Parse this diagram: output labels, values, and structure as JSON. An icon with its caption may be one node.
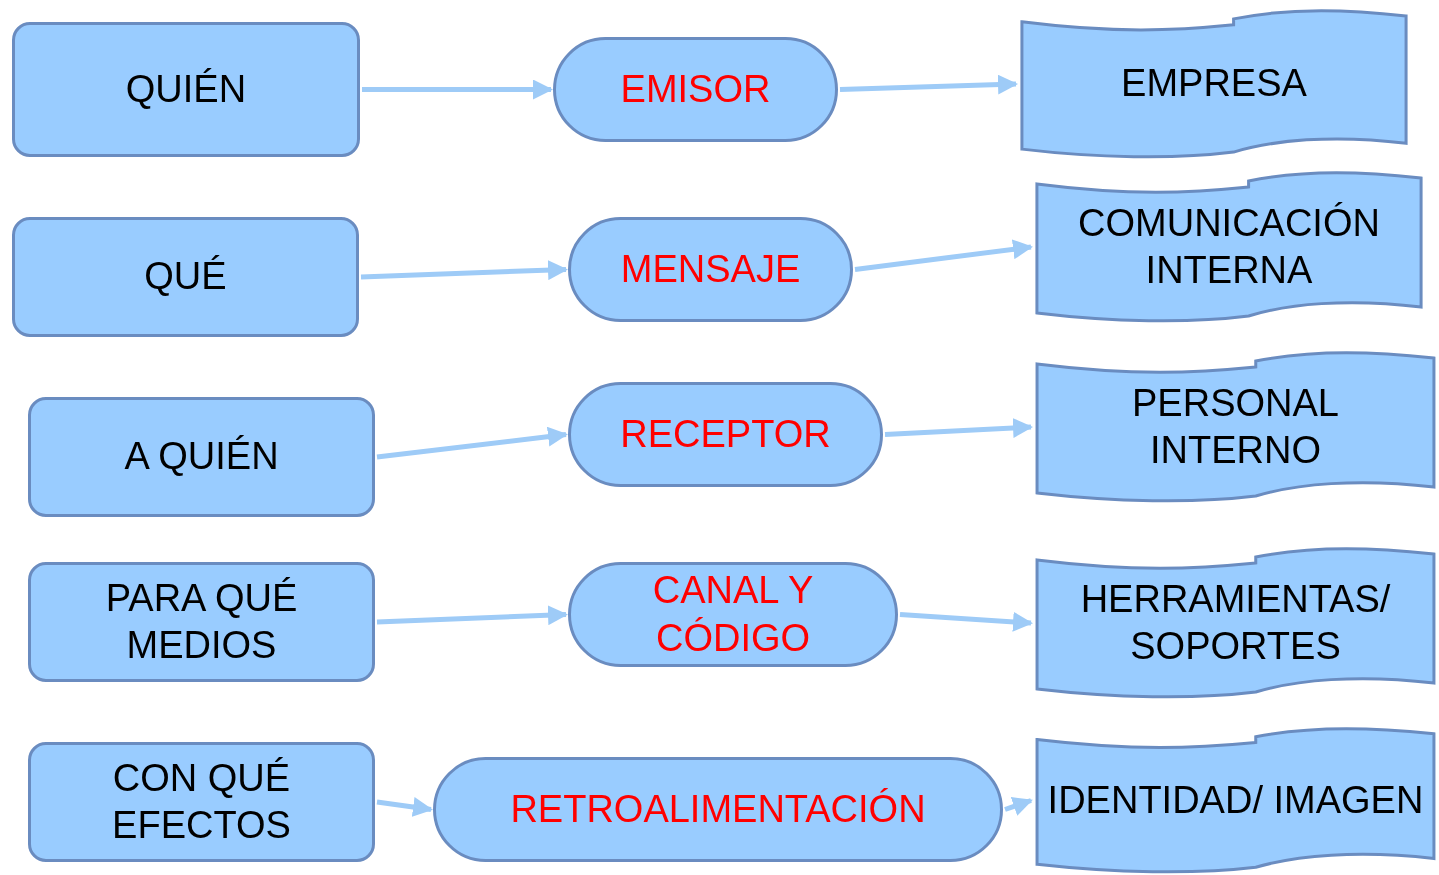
{
  "diagram": {
    "nodes": [
      {
        "text": [
          "QUIÉN"
        ]
      },
      {
        "text": [
          "EMISOR"
        ]
      },
      {
        "text": [
          "EMPRESA"
        ]
      },
      {
        "text": [
          "QUÉ"
        ]
      },
      {
        "text": [
          "MENSAJE"
        ]
      },
      {
        "text": [
          "COMUNICACIÓN INTERNA"
        ]
      },
      {
        "text": [
          "A QUIÉN"
        ]
      },
      {
        "text": [
          "RECEPTOR"
        ]
      },
      {
        "text": [
          "PERSONAL INTERNO"
        ]
      },
      {
        "text": [
          "PARA QUÉ MEDIOS"
        ]
      },
      {
        "text": [
          "CANAL Y CÓDIGO"
        ]
      },
      {
        "text": [
          "HERRAMIENTAS/ SOPORTES"
        ]
      },
      {
        "text": [
          "CON QUÉ EFECTOS"
        ]
      },
      {
        "text": [
          "RETROALIMENTACIÓN"
        ]
      },
      {
        "text": [
          "IDENTIDAD/ IMAGEN"
        ]
      }
    ],
    "edges": [
      {
        "from": 0,
        "to": 1,
        "arrow": "to"
      },
      {
        "from": 1,
        "to": 2,
        "arrow": "to"
      },
      {
        "from": 3,
        "to": 4,
        "arrow": "to"
      },
      {
        "from": 4,
        "to": 5,
        "arrow": "to"
      },
      {
        "from": 6,
        "to": 7,
        "arrow": "to"
      },
      {
        "from": 7,
        "to": 8,
        "arrow": "to"
      },
      {
        "from": 9,
        "to": 10,
        "arrow": "to"
      },
      {
        "from": 10,
        "to": 11,
        "arrow": "to"
      },
      {
        "from": 12,
        "to": 13,
        "arrow": "to"
      },
      {
        "from": 13,
        "to": 14,
        "arrow": "to"
      }
    ]
  }
}
